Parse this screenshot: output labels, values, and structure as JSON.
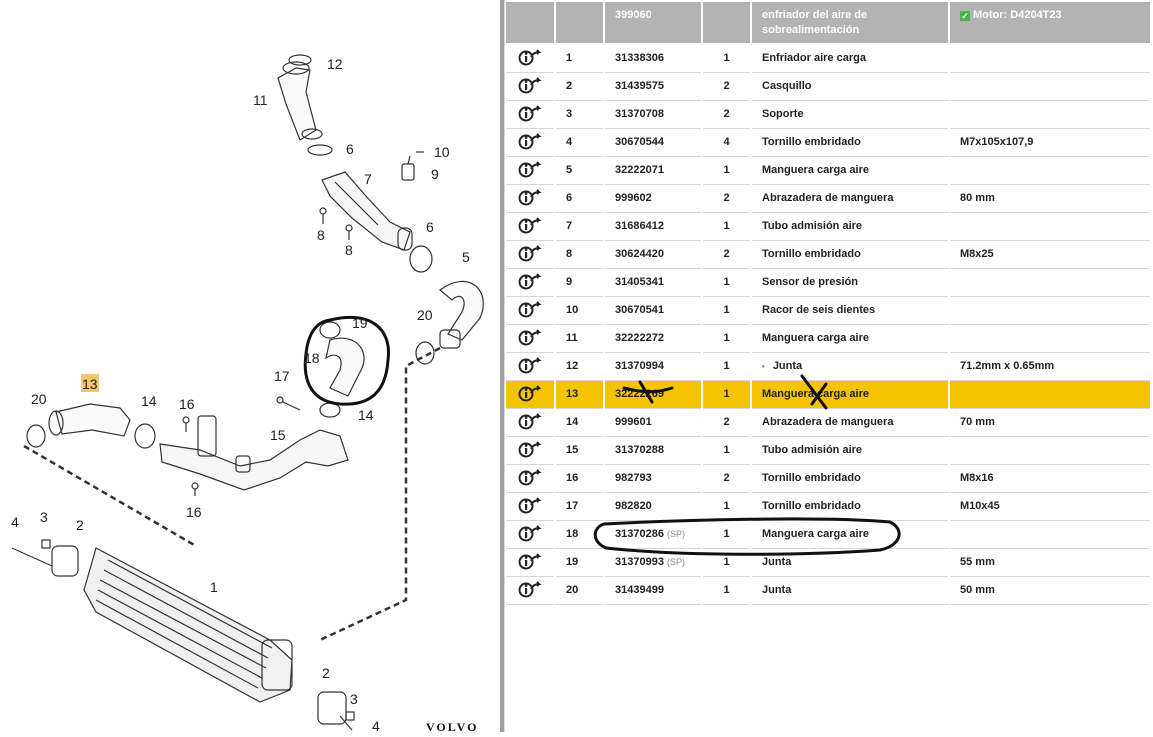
{
  "diagram": {
    "brand": "VOLVO",
    "callouts": [
      "1",
      "2",
      "2",
      "3",
      "3",
      "4",
      "4",
      "5",
      "6",
      "6",
      "7",
      "8",
      "8",
      "9",
      "10",
      "11",
      "12",
      "13",
      "14",
      "14",
      "15",
      "16",
      "16",
      "17",
      "18",
      "19",
      "20",
      "20"
    ]
  },
  "table": {
    "headers": {
      "icon": "",
      "pos": "",
      "group": "399060",
      "qty": "",
      "description": "enfriador del aire de sobrealimentación",
      "note": "Motor: D4204T23"
    },
    "rows": [
      {
        "pos": "1",
        "part": "31338306",
        "sp": "",
        "qty": "1",
        "desc": "Enfriador aire carga",
        "note": "",
        "warn": ""
      },
      {
        "pos": "2",
        "part": "31439575",
        "sp": "",
        "qty": "2",
        "desc": "Casquillo",
        "note": "",
        "warn": ""
      },
      {
        "pos": "3",
        "part": "31370708",
        "sp": "",
        "qty": "2",
        "desc": "Soporte",
        "note": "",
        "warn": ""
      },
      {
        "pos": "4",
        "part": "30670544",
        "sp": "",
        "qty": "4",
        "desc": "Tornillo embridado",
        "note": "M7x105x107,9",
        "warn": ""
      },
      {
        "pos": "5",
        "part": "32222071",
        "sp": "",
        "qty": "1",
        "desc": "Manguera carga aire",
        "note": "",
        "warn": ""
      },
      {
        "pos": "6",
        "part": "999602",
        "sp": "",
        "qty": "2",
        "desc": "Abrazadera de manguera",
        "note": "80 mm",
        "warn": ""
      },
      {
        "pos": "7",
        "part": "31686412",
        "sp": "",
        "qty": "1",
        "desc": "Tubo admisión aire",
        "note": "",
        "warn": ""
      },
      {
        "pos": "8",
        "part": "30624420",
        "sp": "",
        "qty": "2",
        "desc": "Tornillo embridado",
        "note": "M8x25",
        "warn": ""
      },
      {
        "pos": "9",
        "part": "31405341",
        "sp": "",
        "qty": "1",
        "desc": "Sensor de presión",
        "note": "",
        "warn": ""
      },
      {
        "pos": "10",
        "part": "30670541",
        "sp": "",
        "qty": "1",
        "desc": "Racor de seis dientes",
        "note": "",
        "warn": ""
      },
      {
        "pos": "11",
        "part": "32222272",
        "sp": "",
        "qty": "1",
        "desc": "Manguera carga aire",
        "note": "",
        "warn": ""
      },
      {
        "pos": "12",
        "part": "31370994",
        "sp": "",
        "qty": "1",
        "desc": "Junta",
        "note": "71.2mm x 0.65mm",
        "warn": "•"
      },
      {
        "pos": "13",
        "part": "32222269",
        "sp": "",
        "qty": "1",
        "desc": "Manguera carga aire",
        "note": "",
        "warn": "",
        "highlight": true
      },
      {
        "pos": "14",
        "part": "999601",
        "sp": "",
        "qty": "2",
        "desc": "Abrazadera de manguera",
        "note": "70 mm",
        "warn": ""
      },
      {
        "pos": "15",
        "part": "31370288",
        "sp": "",
        "qty": "1",
        "desc": "Tubo admisión aire",
        "note": "",
        "warn": ""
      },
      {
        "pos": "16",
        "part": "982793",
        "sp": "",
        "qty": "2",
        "desc": "Tornillo embridado",
        "note": "M8x16",
        "warn": ""
      },
      {
        "pos": "17",
        "part": "982820",
        "sp": "",
        "qty": "1",
        "desc": "Tornillo embridado",
        "note": "M10x45",
        "warn": ""
      },
      {
        "pos": "18",
        "part": "31370286",
        "sp": "(SP)",
        "qty": "1",
        "desc": "Manguera carga aire",
        "note": "",
        "warn": ""
      },
      {
        "pos": "19",
        "part": "31370993",
        "sp": "(SP)",
        "qty": "1",
        "desc": "Junta",
        "note": "55 mm",
        "warn": ""
      },
      {
        "pos": "20",
        "part": "31439499",
        "sp": "",
        "qty": "1",
        "desc": "Junta",
        "note": "50 mm",
        "warn": ""
      }
    ]
  },
  "colors": {
    "header_bg": "#b3b3b3",
    "highlight": "#f5c400",
    "ink": "#111111"
  }
}
